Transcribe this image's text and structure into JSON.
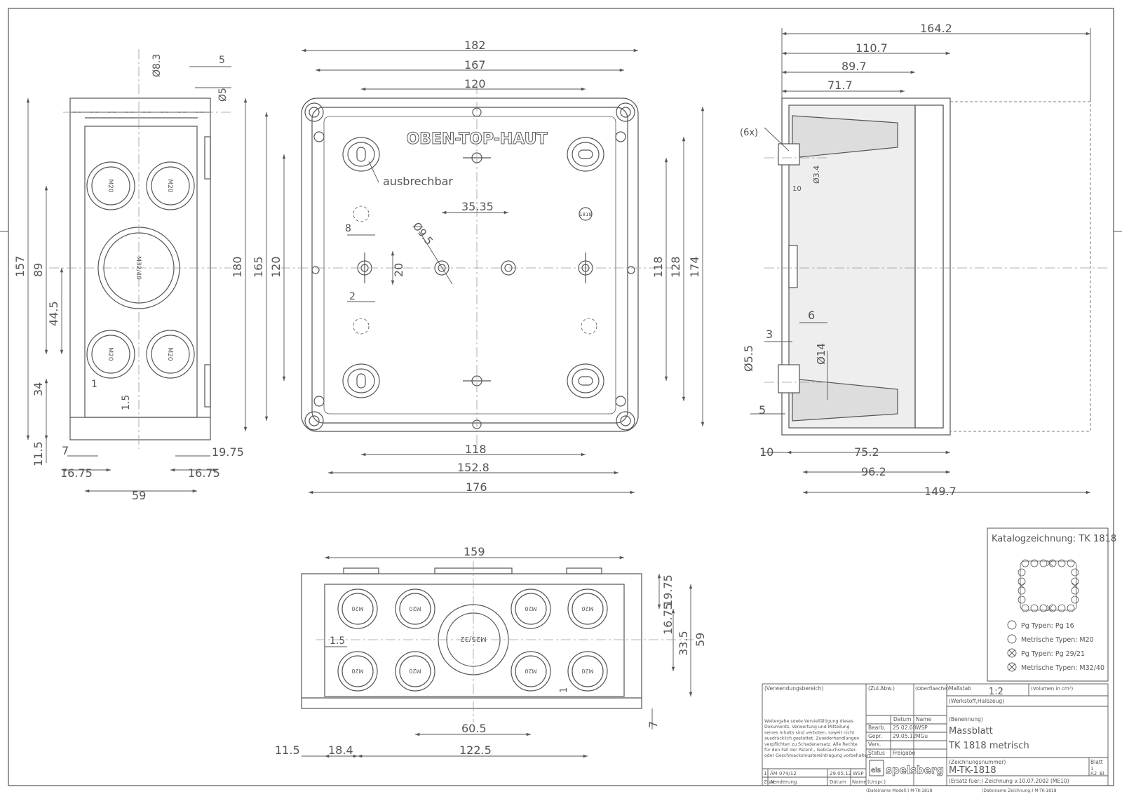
{
  "colors": {
    "line": "#555555",
    "center": "#9a9a9a",
    "grey_fill": "#eeeeee",
    "paper": "#ffffff"
  },
  "left_view": {
    "dims": {
      "d8_3": "Ø8.3",
      "d5": "Ø5",
      "five": "5",
      "v157": "157",
      "v89": "89",
      "v44_5": "44.5",
      "v34": "34",
      "v11_5": "11.5",
      "one": "1",
      "one_five": "1.5",
      "seven": "7",
      "h16_75a": "16.75",
      "h16_75b": "16.75",
      "h19_75": "19.75",
      "h59": "59"
    },
    "knockouts": {
      "m20": "M20",
      "m32": "M32/40"
    }
  },
  "front_view": {
    "label_top": "OBEN-TOP-HAUT",
    "label_break": "ausbrechbar",
    "badge": "1818",
    "dims": {
      "h182": "182",
      "h167": "167",
      "h120": "120",
      "h35_35": "35.35",
      "d9_5": "Ø9.5",
      "eight": "8",
      "two": "2",
      "v20": "20",
      "v180": "180",
      "v165": "165",
      "v120": "120",
      "v118": "118",
      "v128": "128",
      "v174": "174",
      "h118": "118",
      "h152_8": "152.8",
      "h176": "176"
    }
  },
  "side_view": {
    "label_6x": "(6x)",
    "dims": {
      "h164_2": "164.2",
      "h110_7": "110.7",
      "h89_7": "89.7",
      "h71_7": "71.7",
      "d3_4": "Ø3.4",
      "ten_small": "10",
      "six": "6",
      "three": "3",
      "d5_5": "Ø5.5",
      "d14": "Ø14",
      "five": "5",
      "ten": "10",
      "h75_2": "75.2",
      "h96_2": "96.2",
      "h149_7": "149.7"
    }
  },
  "bottom_view": {
    "knockouts": {
      "m20": "M20",
      "m25": "M25/32"
    },
    "dims": {
      "h159": "159",
      "v19_75": "19.75",
      "v16_75": "16.75",
      "v33_5": "33.5",
      "v59": "59",
      "one_five": "1.5",
      "one": "1",
      "seven": "7",
      "h60_5": "60.5",
      "h11_5": "11.5",
      "h18_4": "18.4",
      "h122_5": "122.5"
    }
  },
  "catalog": {
    "title": "Katalogzeichnung: TK 1818",
    "legend": [
      {
        "symbol": "circle",
        "label": "Pg Typen: Pg 16"
      },
      {
        "symbol": "circle",
        "label": "Metrische Typen: M20"
      },
      {
        "symbol": "cross",
        "label": "Pg Typen: Pg 29/21"
      },
      {
        "symbol": "cross",
        "label": "Metrische Typen: M32/40"
      }
    ]
  },
  "title_block": {
    "verwendungsbereich": "(Verwendungsbereich)",
    "zul_abw": "(Zul.Abw.)",
    "oberflaeche": "(Oberflaeche)",
    "massstab_label": "Maßstab",
    "massstab_value": "1:2",
    "volumen": "(Volumen in cm³)",
    "werkstoff": "(Werkstoff,Halbzeug)",
    "disclaimer": [
      "Weitergabe sowie Vervielfältigung dieses",
      "Dokuments, Verwertung und Mitteilung",
      "seines Inhalts sind verboten, soweit nicht",
      "ausdrücklich gestattet. Zuwiderhandlungen",
      "verpflichten zu Schadenersatz. Alle Rechte",
      "für den Fall der Patent-, Gebrauchsmuster-",
      "oder Geschmacksmustereintragung vorbehalten."
    ],
    "col_datum": "Datum",
    "col_name": "Name",
    "bearb": "Bearb.",
    "bearb_date": "25.02.08",
    "bearb_name": "WSP",
    "gepr": "Gepr.",
    "gepr_date": "29.05.12",
    "gepr_name": "MGu",
    "vers": "Vers.",
    "status": "Status",
    "status_value": "Freigabe",
    "benennung": "(Benennung)",
    "name_line1": "Massblatt",
    "name_line2": "TK 1818 metrisch",
    "zeichnungsnummer": "(Zeichnungsnummer)",
    "drawing_number": "M-TK-1818",
    "blatt_label": "Blatt",
    "blatt_value": "1",
    "size": "A2",
    "bl": "Bl.",
    "ersatz": "(Ersatz fuer:)  Zeichnung v.10.07.2002 (ME10)",
    "rev_no": "1",
    "rev_text": "ÄM 074/12",
    "rev_date": "29.05.12",
    "rev_name": "WSP",
    "zust": "Zust.",
    "aenderung": "Aenderung",
    "datum2": "Datum",
    "name2": "Name",
    "urspr": "(Urspr.)",
    "company": "spelsberg",
    "company_short": "els",
    "file_model": "(Dateiname Modell:) M-TK-1818",
    "file_drawing": "(Dateiname Zeichnung:) M-TK-1818"
  }
}
